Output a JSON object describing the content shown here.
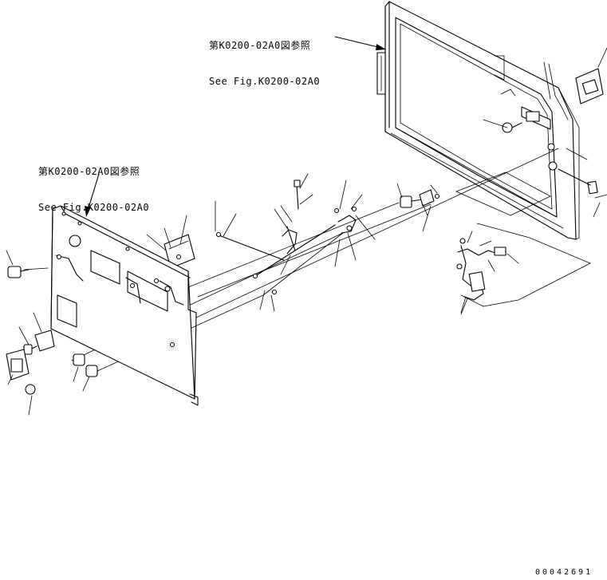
{
  "reference_top": {
    "line_ja": "第K0200-02A0図参照",
    "line_en": "See Fig.K0200-02A0"
  },
  "reference_left": {
    "line_ja": "第K0200-02A0図参照",
    "line_en": "See Fig.K0200-02A0"
  },
  "drawing_number": "00042691"
}
